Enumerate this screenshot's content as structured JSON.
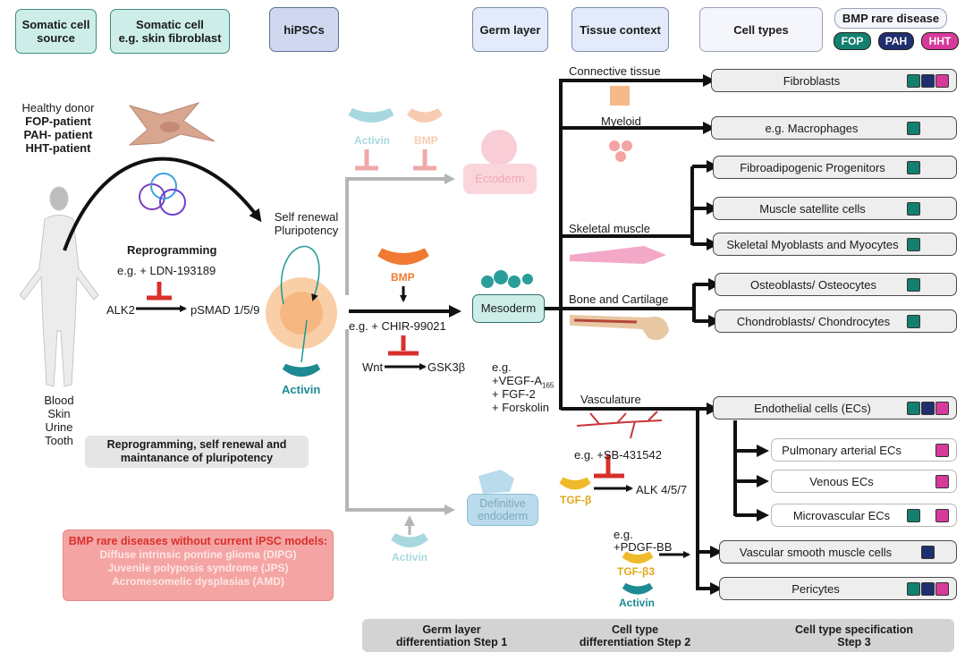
{
  "header": {
    "somatic_source": "Somatic cell\nsource",
    "somatic_cell": "Somatic cell\ne.g. skin fibroblast",
    "hipscs": "hiPSCs",
    "germ_layer": "Germ layer",
    "tissue_context": "Tissue context",
    "cell_types": "Cell types",
    "bmp_rare_disease": "BMP rare disease",
    "disease_chips": [
      {
        "label": "FOP",
        "color": "#13806f"
      },
      {
        "label": "PAH",
        "color": "#1f2f6e"
      },
      {
        "label": "HHT",
        "color": "#d63a9a"
      }
    ]
  },
  "donor": {
    "healthy": "Healthy donor",
    "patients": [
      "FOP-patient",
      "PAH- patient",
      "HHT-patient"
    ],
    "sources": [
      "Blood",
      "Skin",
      "Urine",
      "Tooth"
    ]
  },
  "reprogramming": {
    "title": "Reprogramming",
    "inhibitor": "e.g. + LDN-193189",
    "from": "ALK2",
    "to": "pSMAD 1/5/9",
    "self_renewal": "Self renewal\nPluripotency",
    "activin": "Activin",
    "summary": "Reprogramming, self renewal and\nmaintanance of pluripotency"
  },
  "germ": {
    "ectoderm": "Ectoderm",
    "ecto_inhibitors": [
      "Activin",
      "BMP"
    ],
    "mesoderm": "Mesoderm",
    "bmp": "BMP",
    "chir": "e.g. + CHIR-99021",
    "wnt": "Wnt",
    "gsk": "GSK3β",
    "endoderm": "Definitive\nendoderm",
    "endo_activin": "Activin",
    "vegf_eg": "e.g.",
    "vegf": "+VEGF-A",
    "vegf_sub": "165",
    "fgf": "+ FGF-2",
    "forskolin": "+ Forskolin"
  },
  "tissues": {
    "connective": "Connective tissue",
    "myeloid": "Myeloid",
    "skeletal": "Skeletal muscle",
    "bone": "Bone and Cartilage",
    "vasculature": "Vasculature"
  },
  "vascular_factors": {
    "sb": "e.g. +SB-431542",
    "tgfb": "TGF-β",
    "alk": "ALK 4/5/7",
    "pdgf_eg": "e.g.",
    "pdgf": "+PDGF-BB",
    "tgfb3": "TGF-β3",
    "activin": "Activin"
  },
  "cell_types": [
    {
      "label": "Fibroblasts",
      "diseases": [
        "FOP",
        "PAH",
        "HHT"
      ]
    },
    {
      "label": "e.g. Macrophages",
      "diseases": [
        "FOP"
      ]
    },
    {
      "label": "Fibroadipogenic Progenitors",
      "diseases": [
        "FOP"
      ]
    },
    {
      "label": "Muscle satellite cells",
      "diseases": [
        "FOP"
      ]
    },
    {
      "label": "Skeletal Myoblasts and Myocytes",
      "diseases": [
        "FOP"
      ]
    },
    {
      "label": "Osteoblasts/ Osteocytes",
      "diseases": [
        "FOP"
      ]
    },
    {
      "label": "Chondroblasts/ Chondrocytes",
      "diseases": [
        "FOP"
      ]
    },
    {
      "label": "Endothelial cells (ECs)",
      "diseases": [
        "FOP",
        "PAH",
        "HHT"
      ]
    },
    {
      "label": "Pulmonary arterial ECs",
      "diseases": [
        "HHT"
      ]
    },
    {
      "label": "Venous ECs",
      "diseases": [
        "HHT"
      ]
    },
    {
      "label": "Microvascular ECs",
      "diseases": [
        "FOP",
        "HHT"
      ]
    },
    {
      "label": "Vascular smooth muscle cells",
      "diseases": [
        "PAH"
      ]
    },
    {
      "label": "Pericytes",
      "diseases": [
        "FOP",
        "PAH",
        "HHT"
      ]
    }
  ],
  "no_models": {
    "title": "BMP rare diseases without current iPSC models:",
    "items": [
      "Diffuse intrinsic pontine glioma (DIPG)",
      "Juvenile polyposis syndrome (JPS)",
      "Acromesomelic dysplasias (AMD)"
    ]
  },
  "steps": [
    "Germ layer\ndifferentiation Step 1",
    "Cell type\ndifferentiation Step 2",
    "Cell type specification\nStep 3"
  ],
  "colors": {
    "FOP": "#13806f",
    "PAH": "#1f2f6e",
    "HHT": "#d63a9a",
    "inhibit": "#d9302c",
    "activin": "#1d8a93",
    "bmp": "#f07a32",
    "tgf": "#e0a81c"
  }
}
